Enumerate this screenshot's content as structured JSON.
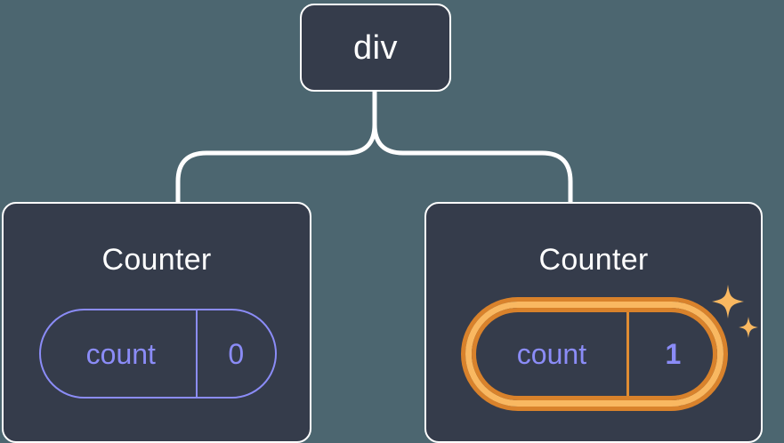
{
  "diagram": {
    "type": "component-tree",
    "title_semantic": "react-component-tree-with-state",
    "background_color": "#4c6670",
    "node_fill_color": "#353c4b",
    "node_border_color": "#ffffff",
    "state_accent_color": "#8b8cf7",
    "highlight_outer_color": "#d9822b",
    "highlight_inner_color": "#f9b861"
  },
  "root": {
    "label": "div"
  },
  "children": [
    {
      "label": "Counter",
      "state": {
        "key": "count",
        "value": "0"
      },
      "highlighted": false
    },
    {
      "label": "Counter",
      "state": {
        "key": "count",
        "value": "1"
      },
      "highlighted": true,
      "sparkle_icons": [
        "sparkle-large-icon",
        "sparkle-small-icon"
      ]
    }
  ],
  "edges": [
    {
      "from": "div",
      "to": "Counter (left)"
    },
    {
      "from": "div",
      "to": "Counter (right)"
    }
  ]
}
